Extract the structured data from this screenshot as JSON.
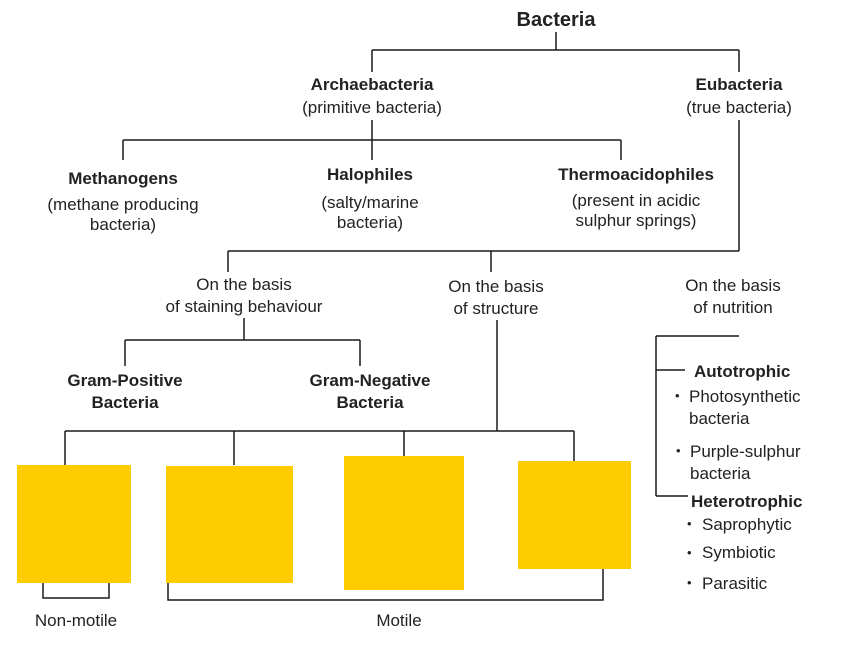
{
  "root": {
    "title": "Bacteria"
  },
  "archaebacteria": {
    "name": "Archaebacteria",
    "desc": "(primitive bacteria)"
  },
  "eubacteria": {
    "name": "Eubacteria",
    "desc": "(true bacteria)"
  },
  "archae_types": [
    {
      "name": "Methanogens",
      "desc1": "(methane producing",
      "desc2": "bacteria)"
    },
    {
      "name": "Halophiles",
      "desc1": "(salty/marine",
      "desc2": "bacteria)"
    },
    {
      "name": "Thermoacidophiles",
      "desc1": "(present in acidic",
      "desc2": "sulphur springs)"
    }
  ],
  "bases": [
    {
      "line1": "On the basis",
      "line2": "of staining behaviour"
    },
    {
      "line1": "On the basis",
      "line2": "of structure"
    },
    {
      "line1": "On the basis",
      "line2": "of nutrition"
    }
  ],
  "gram": [
    {
      "line1": "Gram-Positive",
      "line2": "Bacteria"
    },
    {
      "line1": "Gram-Negative",
      "line2": "Bacteria"
    }
  ],
  "motility": {
    "non_motile": "Non-motile",
    "motile": "Motile"
  },
  "nutrition": {
    "autotrophic": "Autotrophic",
    "auto_items": [
      {
        "line1": "Photosynthetic",
        "line2": "bacteria"
      },
      {
        "line1": "Purple-sulphur",
        "line2": "bacteria"
      }
    ],
    "heterotrophic": "Heterotrophic",
    "hetero_items": [
      "Saprophytic",
      "Symbiotic",
      "Parasitic"
    ],
    "bullet": "•"
  },
  "colors": {
    "redaction_block": "#ffcc00",
    "line": "#1a1a1a"
  }
}
